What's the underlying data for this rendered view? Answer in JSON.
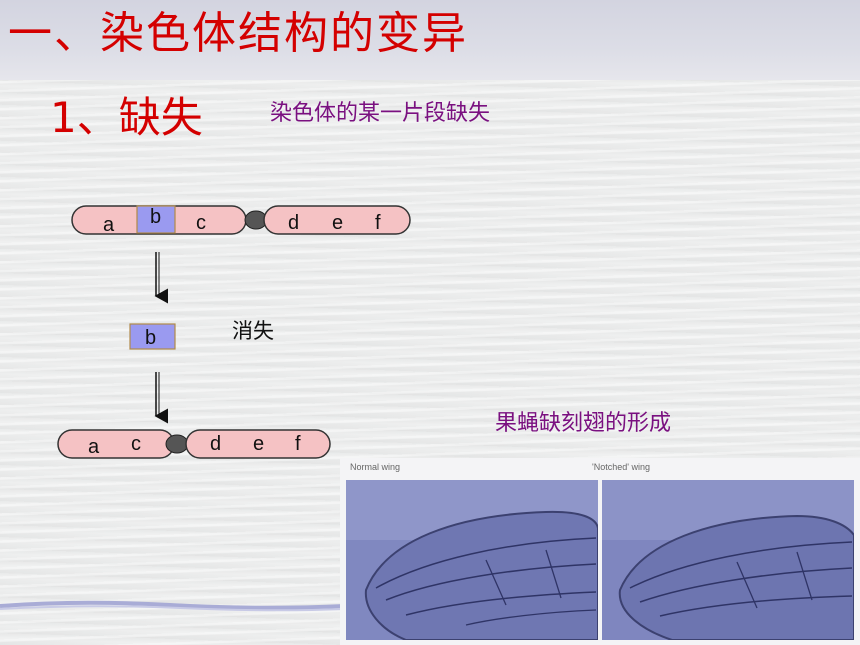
{
  "slide": {
    "title": "一、染色体结构的变异",
    "section_heading": "1、缺失",
    "definition": "染色体的某一片段缺失",
    "caption": "果蝇缺刻翅的形成",
    "disappear_label": "消失"
  },
  "diagram": {
    "original_chromosome": {
      "left_arm": [
        "a",
        "b",
        "c"
      ],
      "right_arm": [
        "d",
        "e",
        "f"
      ]
    },
    "deleted_segment": "b",
    "resulting_chromosome": {
      "left_arm": [
        "a",
        "c"
      ],
      "right_arm": [
        "d",
        "e",
        "f"
      ]
    }
  },
  "photos": {
    "left_label": "Normal wing",
    "right_label": "'Notched' wing"
  },
  "colors": {
    "title_red": "#d40000",
    "purple_text": "#7a1080",
    "chromosome_fill": "#f5c2c4",
    "segment_fill": "#9a9af0",
    "centromere_fill": "#555555",
    "wing_bg": "#7f86bf"
  }
}
